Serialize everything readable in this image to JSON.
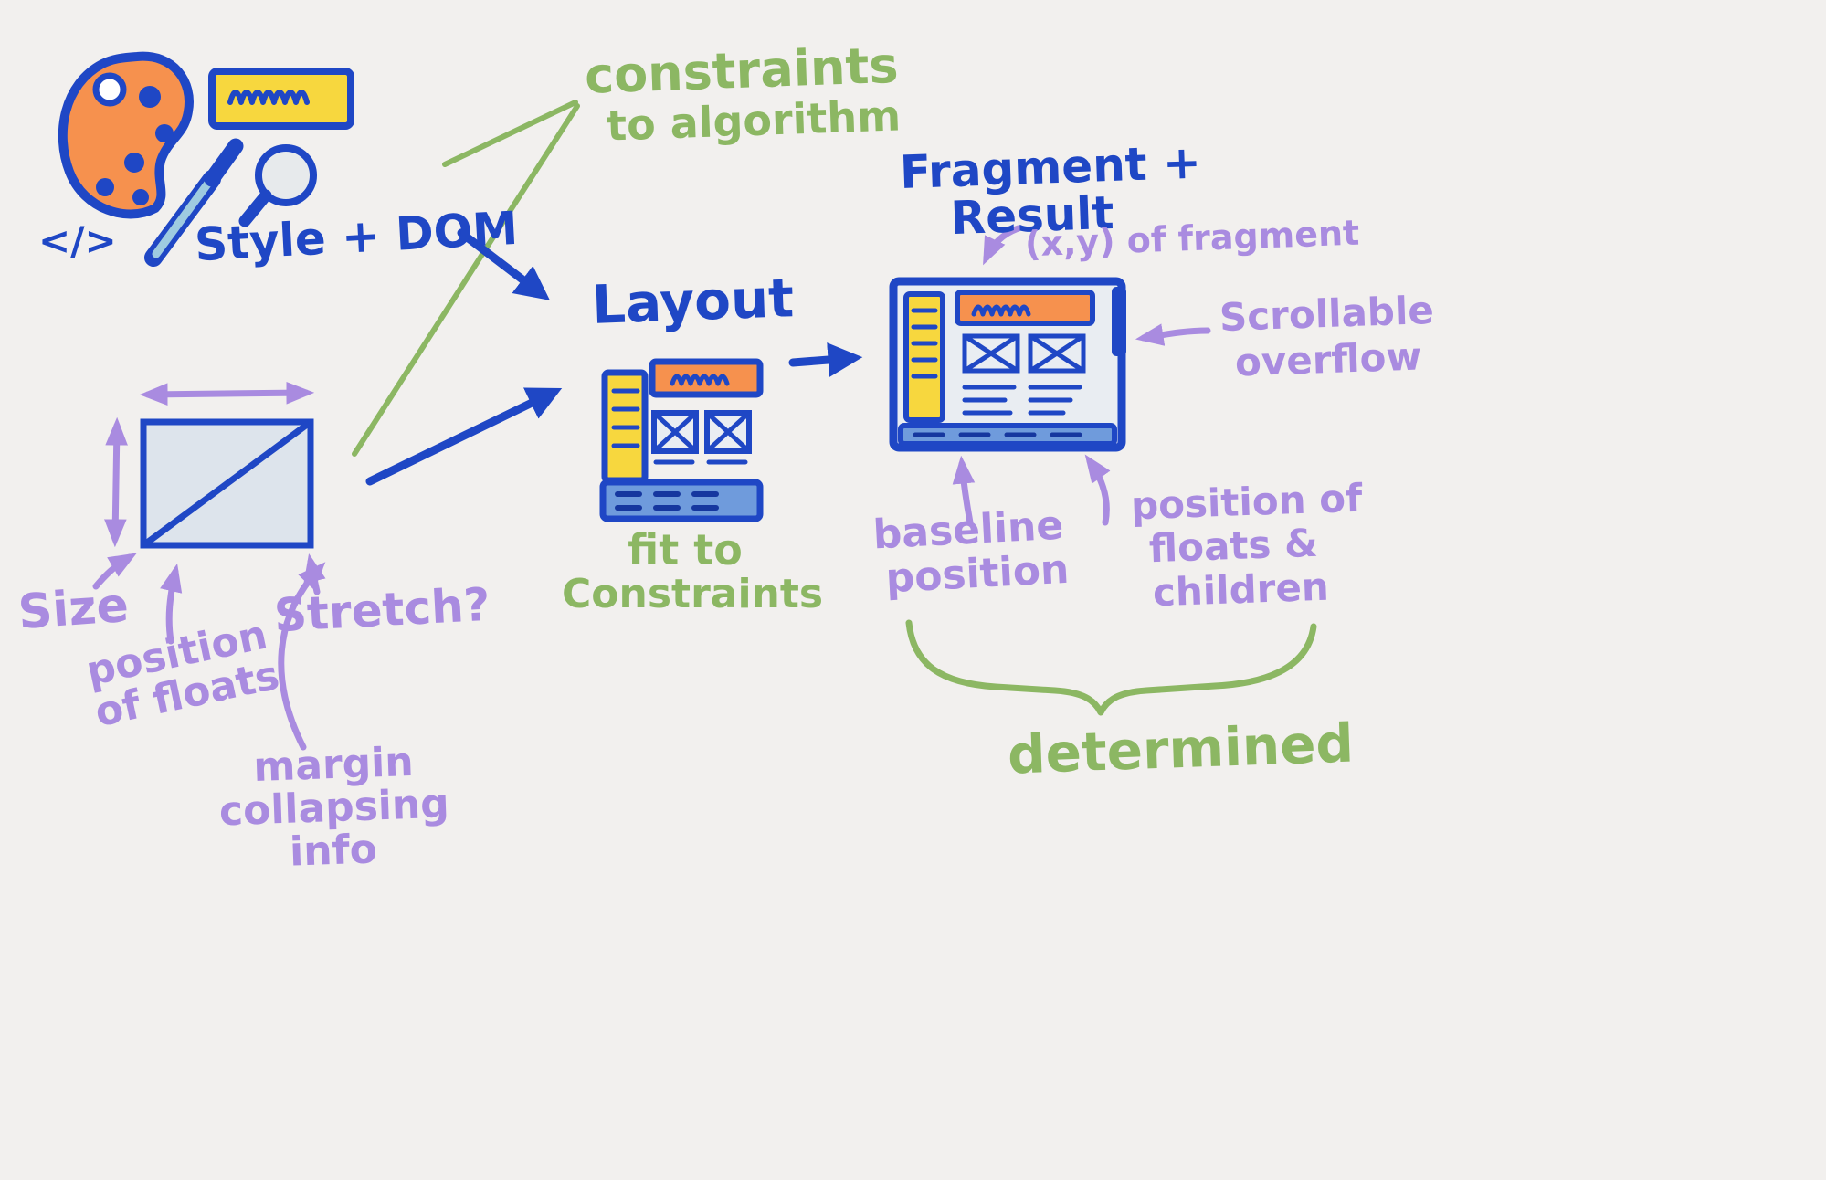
{
  "colors": {
    "blue": "#1f47c5",
    "green": "#8cb763",
    "purple": "#a98be0",
    "orange": "#f6914e",
    "yellow": "#f7d73e",
    "bg": "#f2f0ee",
    "panel": "#e9edf2",
    "midblue": "#6f9bdc",
    "darkdash": "#16379f",
    "lightfill": "#dde4ec"
  },
  "style_dom": {
    "code": "</>",
    "label": "Style + DOM"
  },
  "constraints": {
    "line1": "constraints",
    "line2": "to algorithm"
  },
  "layout": {
    "title": "Layout",
    "caption_line1": "fit to",
    "caption_line2": "Constraints"
  },
  "fragment": {
    "title_line1": "Fragment +",
    "title_line2": "Result",
    "xy_note": "(x,y) of fragment",
    "scroll_line1": "Scrollable",
    "scroll_line2": "overflow",
    "baseline_line1": "baseline",
    "baseline_line2": "position",
    "floats_line1": "position of",
    "floats_line2": "floats &",
    "floats_line3": "children",
    "determined": "determined"
  },
  "box": {
    "size": "Size",
    "pos_floats_line1": "position",
    "pos_floats_line2": "of floats",
    "stretch": "Stretch?",
    "margin_line1": "margin",
    "margin_line2": "collapsing",
    "margin_line3": "info"
  }
}
